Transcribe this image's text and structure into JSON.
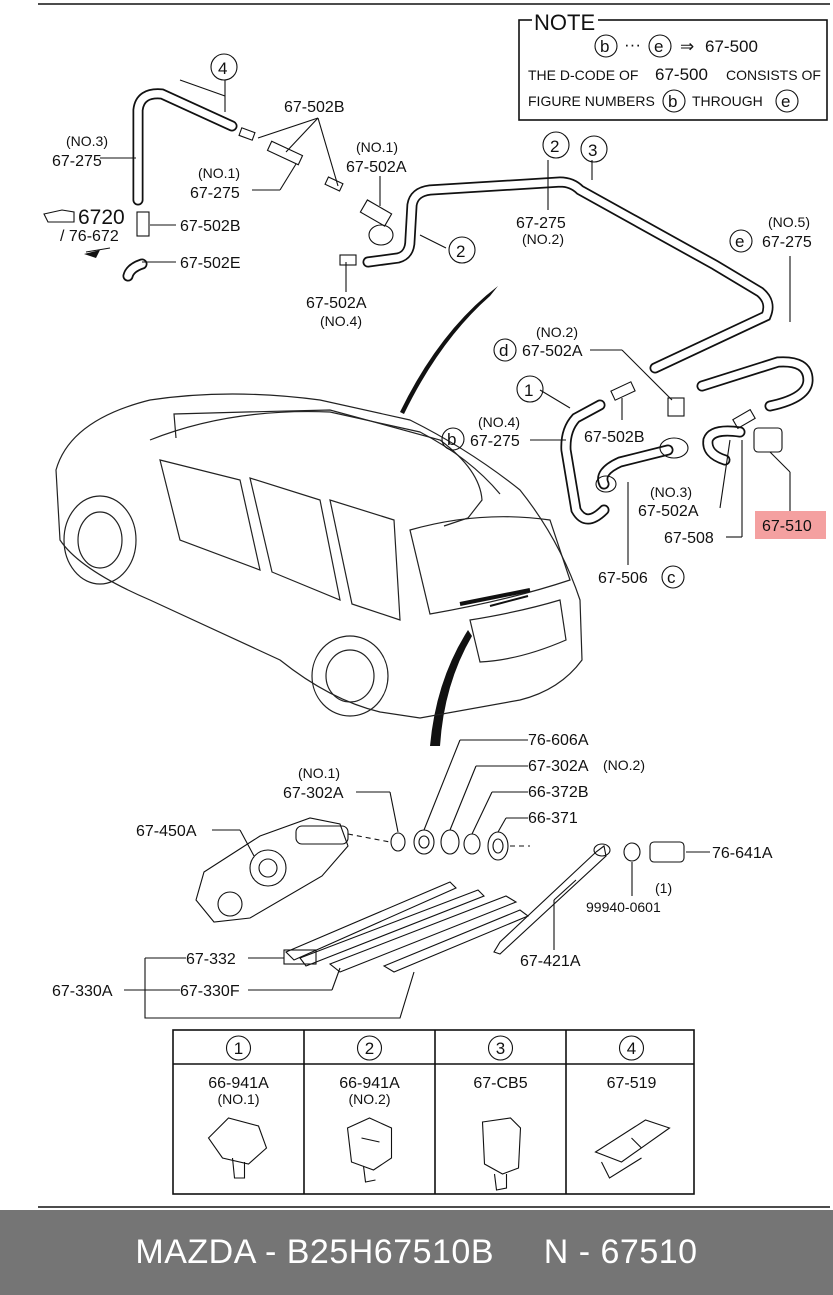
{
  "note": {
    "title": "NOTE",
    "range_from": "b",
    "range_to": "e",
    "range_target": "67-500",
    "line1_a": "THE D-CODE OF",
    "line1_b": "67-500",
    "line1_c": "CONSISTS OF",
    "line2_a": "FIGURE NUMBERS",
    "line2_b": "b",
    "line2_c": "THROUGH",
    "line2_d": "e"
  },
  "callouts": {
    "c1": "1",
    "c2": "2",
    "c3": "3",
    "c4": "4",
    "b": "b",
    "c": "c",
    "d": "d",
    "e": "e"
  },
  "labels": {
    "no3_a": "(NO.3)",
    "p67_275_no3": "67-275",
    "p67_502b_top": "67-502B",
    "no1_a": "(NO.1)",
    "p67_275_no1": "67-275",
    "no1_b": "(NO.1)",
    "p67_502a_no1": "67-502A",
    "p6720": "6720",
    "p76_672": "/ 76-672",
    "p67_502b_left": "67-502B",
    "p67_502e": "67-502E",
    "p67_502a_no4": "67-502A",
    "no4_a": "(NO.4)",
    "p67_275_no2": "67-275",
    "no2_a": "(NO.2)",
    "no5": "(NO.5)",
    "p67_275_no5": "67-275",
    "no2_b": "(NO.2)",
    "p67_502a_no2": "67-502A",
    "no4_b": "(NO.4)",
    "p67_275_no4": "67-275",
    "p67_502b_mid": "67-502B",
    "no3_b": "(NO.3)",
    "p67_502a_no3": "67-502A",
    "p67_508": "67-508",
    "p67_510": "67-510",
    "p67_506": "67-506",
    "p76_606a": "76-606A",
    "p67_302a_no2": "67-302A",
    "no2_c": "(NO.2)",
    "no1_c": "(NO.1)",
    "p67_302a_no1": "67-302A",
    "p66_372b": "66-372B",
    "p66_371": "66-371",
    "p67_450a": "67-450A",
    "p76_641a": "76-641A",
    "one_paren": "(1)",
    "p99940": "99940-0601",
    "p67_421a": "67-421A",
    "p67_332": "67-332",
    "p67_330a": "67-330A",
    "p67_330f": "67-330F"
  },
  "highlight_color": "#f4a0a0",
  "clip_table": [
    {
      "num": "1",
      "part": "66-941A",
      "sub": "(NO.1)"
    },
    {
      "num": "2",
      "part": "66-941A",
      "sub": "(NO.2)"
    },
    {
      "num": "3",
      "part": "67-CB5",
      "sub": ""
    },
    {
      "num": "4",
      "part": "67-519",
      "sub": ""
    }
  ],
  "footer": {
    "brand": "MAZDA",
    "part_no": "B25H67510B",
    "ref": "N - 67510",
    "text": "MAZDA - B25H67510B     N - 67510"
  }
}
